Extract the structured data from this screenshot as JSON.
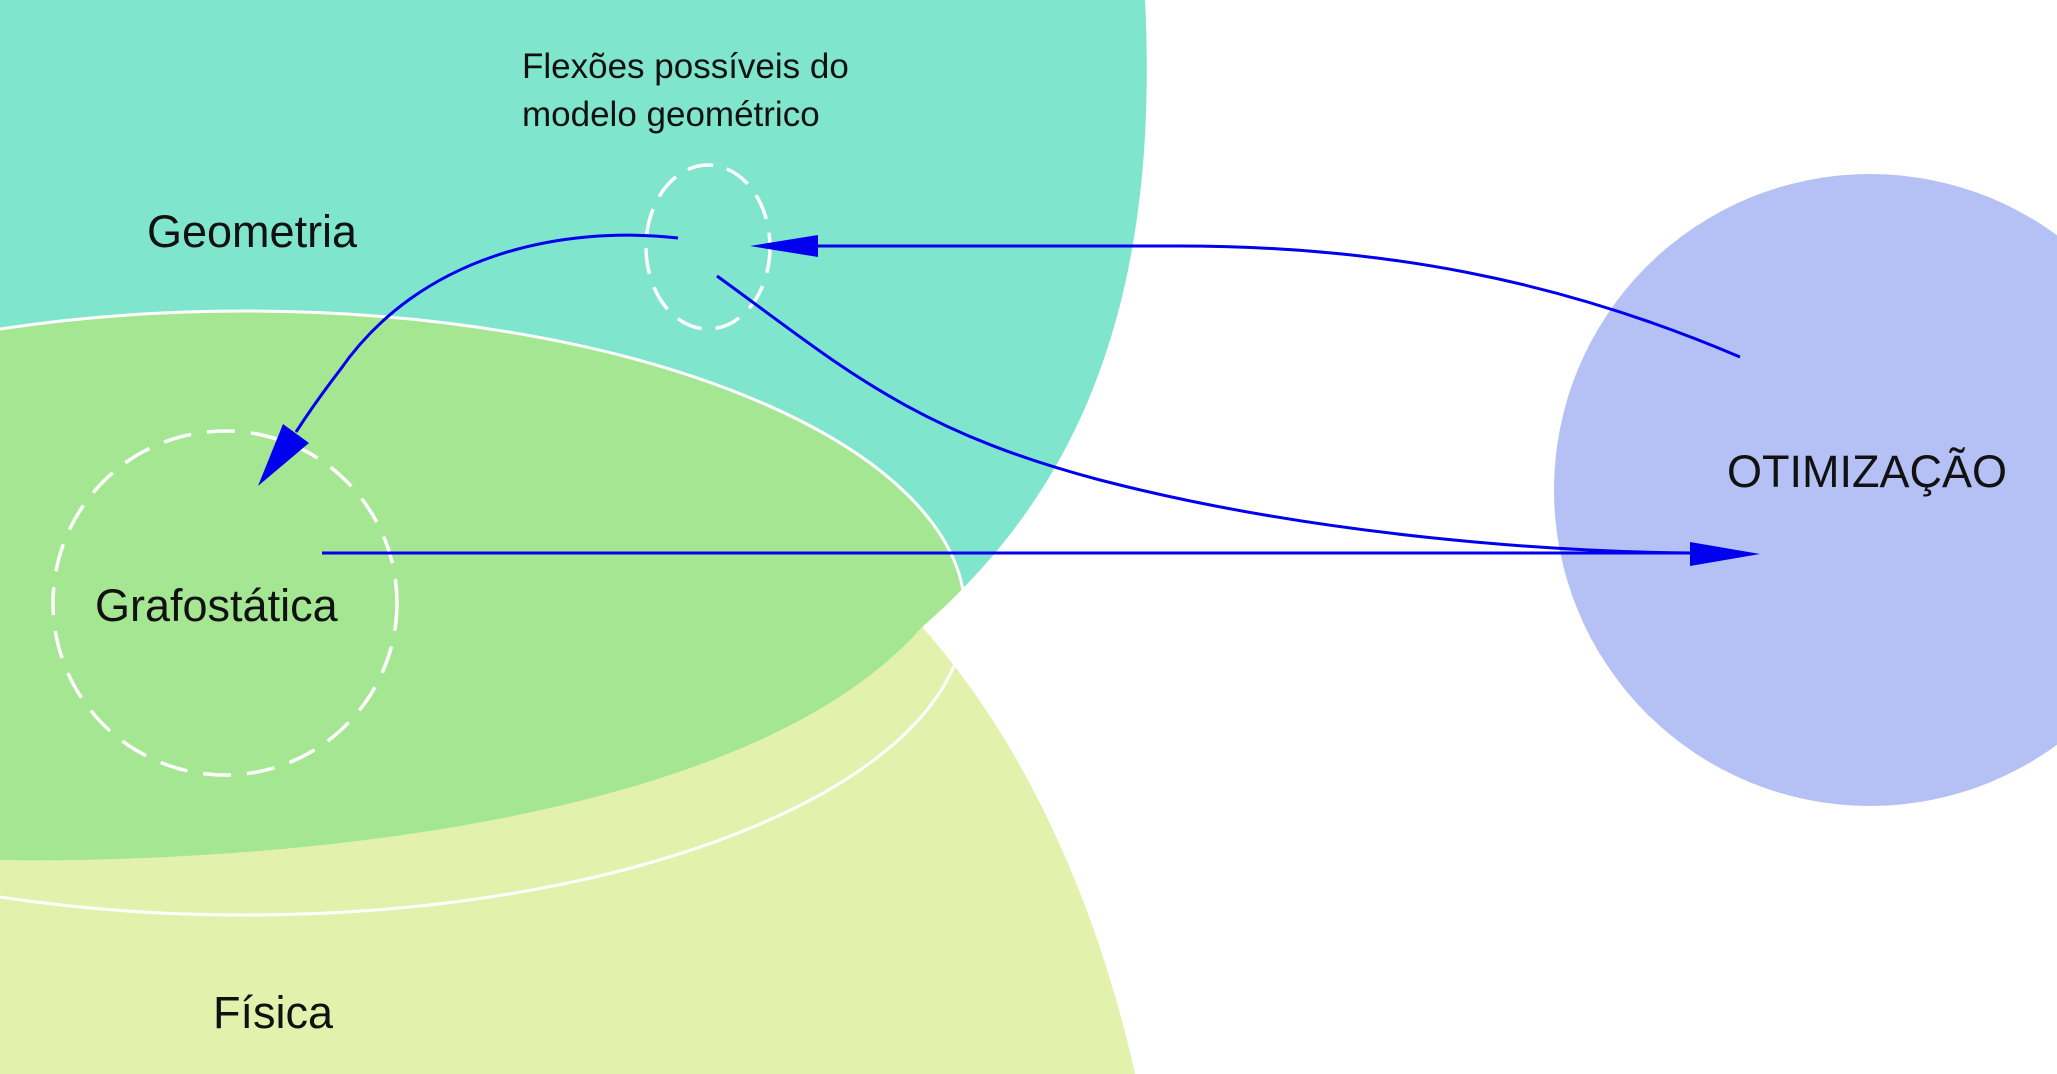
{
  "labels": {
    "geometria": "Geometria",
    "flexoes_line1": "Flexões possíveis do",
    "flexoes_line2": "modelo geométrico",
    "grafostatica": "Grafostática",
    "fisica": "Física",
    "otimizacao": "OTIMIZAÇÃO"
  },
  "colors": {
    "geometria_fill": "#7fe5cc",
    "fisica_fill": "#e2f2ad",
    "overlap_fill": "#a5e692",
    "otimizacao_fill": "#b5c0f5",
    "arrow": "#0000ee",
    "dashed_outline": "#ffffff"
  }
}
